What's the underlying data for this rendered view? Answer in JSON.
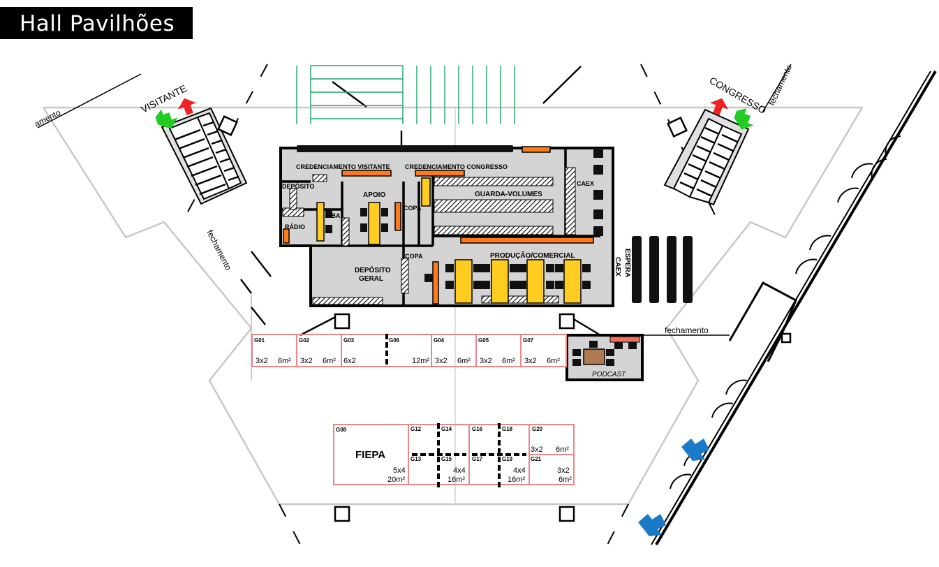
{
  "title": "Hall Pavilhões",
  "labels": {
    "visitante": "VISITANTE",
    "congresso": "CONGRESSO",
    "fechamento": "fechamento",
    "fechamento_cut": "amento",
    "cred_visitante": "CREDENCIAMENTO VISITANTE",
    "cred_congresso": "CREDENCIAMENTO CONGRESSO",
    "deposito_small": "DEPÓSITO",
    "apoio": "APOIO",
    "guarda_volumes": "GUARDA-VOLUMES",
    "caex": "CAEX",
    "hba": "HBA",
    "radio": "RÁDIO",
    "copa": "COPA",
    "producao": "PRODUÇÃO/COMERCIAL",
    "deposito_geral_1": "DEPÓSITO",
    "deposito_geral_2": "GERAL",
    "espera": "ESPERA",
    "espera_caex": "CAEX",
    "podcast": "PODCAST"
  },
  "booths_row1": [
    {
      "id": "G01",
      "size": "3x2",
      "area": "6m²"
    },
    {
      "id": "G02",
      "size": "3x2",
      "area": "6m²"
    },
    {
      "id": "G03",
      "size": "6x2",
      "area": ""
    },
    {
      "id": "G06",
      "size": "",
      "area": "12m²"
    },
    {
      "id": "G04",
      "size": "3x2",
      "area": "6m²"
    },
    {
      "id": "G05",
      "size": "3x2",
      "area": "6m²"
    },
    {
      "id": "G07",
      "size": "3x2",
      "area": "6m²"
    }
  ],
  "booths_row2": {
    "fiepa": {
      "id": "G08",
      "name": "FIEPA",
      "size": "5x4",
      "area": "20m²"
    },
    "block1": {
      "ids": [
        "G12",
        "G14",
        "G13",
        "G15"
      ],
      "size": "4x4",
      "area": "16m²"
    },
    "block2": {
      "ids": [
        "G16",
        "G18",
        "G17",
        "G19"
      ],
      "size": "4x4",
      "area": "16m²"
    },
    "g20": {
      "id": "G20",
      "size": "3x2",
      "area": "6m²"
    },
    "g21": {
      "id": "G21",
      "size": "3x2",
      "area": "6m²"
    }
  },
  "colors": {
    "booth_border": "#e8888a",
    "orange": "#ff7a1a",
    "yellow": "#ffcc22",
    "green_arrow": "#22cc22",
    "red_arrow": "#ee2222",
    "blue_arrow": "#1a7ac8",
    "room_fill": "#d4d4d4",
    "green_lines": "#1aa860"
  }
}
